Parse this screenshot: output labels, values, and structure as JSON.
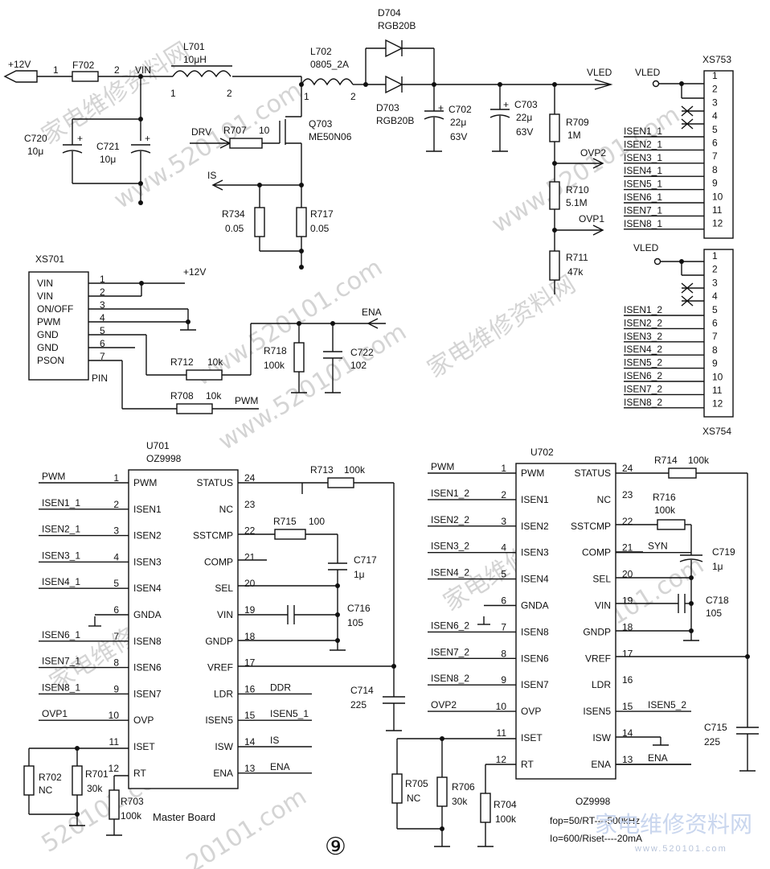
{
  "watermark": {
    "cjk": "家电维修资料网",
    "url": "www.520101.com",
    "partial1": "520101.com",
    "partial2": "20101.com",
    "logo": "家电维修资料网",
    "logo_url": "www.520101.com"
  },
  "power": {
    "v12": "+12V",
    "f702": "F702",
    "vin": "VIN",
    "p1": "1",
    "p2": "2",
    "l701": "L701",
    "l701v": "10μH",
    "l702": "L702",
    "l702v": "0805_2A",
    "d704": "D704",
    "d704v": "RGB20B",
    "d703": "D703",
    "d703v": "RGB20B",
    "c720": "C720",
    "c720v": "10μ",
    "c721": "C721",
    "c721v": "10μ",
    "drv": "DRV",
    "r707": "R707",
    "r707v": "10",
    "q703": "Q703",
    "q703v": "ME50N06",
    "is": "IS",
    "r734": "R734",
    "r734v": "0.05",
    "r717": "R717",
    "r717v": "0.05",
    "c702": "C702",
    "c702v": "22μ",
    "c702vv": "63V",
    "c703": "C703",
    "c703v": "22μ",
    "c703vv": "63V",
    "vled": "VLED",
    "r709": "R709",
    "r709v": "1M",
    "ovp2": "OVP2",
    "r710": "R710",
    "r710v": "5.1M",
    "ovp1": "OVP1",
    "r711": "R711",
    "r711v": "47k"
  },
  "xs753": {
    "name": "XS753",
    "vled": "VLED",
    "labels": [
      "ISEN1_1",
      "ISEN2_1",
      "ISEN3_1",
      "ISEN4_1",
      "ISEN5_1",
      "ISEN6_1",
      "ISEN7_1",
      "ISEN8_1"
    ],
    "pins": [
      "1",
      "2",
      "3",
      "4",
      "5",
      "6",
      "7",
      "8",
      "9",
      "10",
      "11",
      "12"
    ]
  },
  "xs754": {
    "name": "XS754",
    "vled": "VLED",
    "labels": [
      "ISEN1_2",
      "ISEN2_2",
      "ISEN3_2",
      "ISEN4_2",
      "ISEN5_2",
      "ISEN6_2",
      "ISEN7_2",
      "ISEN8_2"
    ],
    "pins": [
      "1",
      "2",
      "3",
      "4",
      "5",
      "6",
      "7",
      "8",
      "9",
      "10",
      "11",
      "12"
    ]
  },
  "xs701": {
    "name": "XS701",
    "pins_label": "PIN",
    "labels": [
      "VIN",
      "VIN",
      "ON/OFF",
      "PWM",
      "GND",
      "GND",
      "PSON"
    ],
    "pins": [
      "1",
      "2",
      "3",
      "4",
      "5",
      "6",
      "7"
    ],
    "v12": "+12V",
    "ena": "ENA",
    "r718": "R718",
    "r718v": "100k",
    "c722": "C722",
    "c722v": "102",
    "r712": "R712",
    "r712v": "10k",
    "r708": "R708",
    "r708v": "10k",
    "pwm": "PWM"
  },
  "u701": {
    "ref": "U701",
    "part": "OZ9998",
    "left_pins": [
      {
        "num": "1",
        "name": "PWM",
        "net": "PWM"
      },
      {
        "num": "2",
        "name": "ISEN1",
        "net": "ISEN1_1"
      },
      {
        "num": "3",
        "name": "ISEN2",
        "net": "ISEN2_1"
      },
      {
        "num": "4",
        "name": "ISEN3",
        "net": "ISEN3_1"
      },
      {
        "num": "5",
        "name": "ISEN4",
        "net": "ISEN4_1"
      },
      {
        "num": "6",
        "name": "GNDA",
        "net": ""
      },
      {
        "num": "7",
        "name": "ISEN8",
        "net": "ISEN6_1"
      },
      {
        "num": "8",
        "name": "ISEN6",
        "net": "ISEN7_1"
      },
      {
        "num": "9",
        "name": "ISEN7",
        "net": "ISEN8_1"
      },
      {
        "num": "10",
        "name": "OVP",
        "net": "OVP1"
      },
      {
        "num": "11",
        "name": "ISET",
        "net": ""
      },
      {
        "num": "12",
        "name": "RT",
        "net": ""
      }
    ],
    "right_pins": [
      {
        "num": "24",
        "name": "STATUS",
        "net": ""
      },
      {
        "num": "23",
        "name": "NC",
        "net": ""
      },
      {
        "num": "22",
        "name": "SSTCMP",
        "net": ""
      },
      {
        "num": "21",
        "name": "COMP",
        "net": ""
      },
      {
        "num": "20",
        "name": "SEL",
        "net": ""
      },
      {
        "num": "19",
        "name": "VIN",
        "net": ""
      },
      {
        "num": "18",
        "name": "GNDP",
        "net": ""
      },
      {
        "num": "17",
        "name": "VREF",
        "net": ""
      },
      {
        "num": "16",
        "name": "LDR",
        "net": "DDR"
      },
      {
        "num": "15",
        "name": "ISEN5",
        "net": "ISEN5_1"
      },
      {
        "num": "14",
        "name": "ISW",
        "net": "IS"
      },
      {
        "num": "13",
        "name": "ENA",
        "net": "ENA"
      }
    ],
    "r713": "R713",
    "r713v": "100k",
    "r715": "R715",
    "r715v": "100",
    "c717": "C717",
    "c717v": "1μ",
    "c716": "C716",
    "c716v": "105",
    "c714": "C714",
    "c714v": "225",
    "r702": "R702",
    "r702v": "NC",
    "r701": "R701",
    "r701v": "30k",
    "r703": "R703",
    "r703v": "100k",
    "board": "Master Board",
    "page": "⑨"
  },
  "u702": {
    "ref": "U702",
    "left_pins": [
      {
        "num": "1",
        "name": "PWM",
        "net": "PWM"
      },
      {
        "num": "2",
        "name": "ISEN1",
        "net": "ISEN1_2"
      },
      {
        "num": "3",
        "name": "ISEN2",
        "net": "ISEN2_2"
      },
      {
        "num": "4",
        "name": "ISEN3",
        "net": "ISEN3_2"
      },
      {
        "num": "5",
        "name": "ISEN4",
        "net": "ISEN4_2"
      },
      {
        "num": "6",
        "name": "GNDA",
        "net": ""
      },
      {
        "num": "7",
        "name": "ISEN8",
        "net": "ISEN6_2"
      },
      {
        "num": "8",
        "name": "ISEN6",
        "net": "ISEN7_2"
      },
      {
        "num": "9",
        "name": "ISEN7",
        "net": "ISEN8_2"
      },
      {
        "num": "10",
        "name": "OVP",
        "net": "OVP2"
      },
      {
        "num": "11",
        "name": "ISET",
        "net": ""
      },
      {
        "num": "12",
        "name": "RT",
        "net": ""
      }
    ],
    "right_pins": [
      {
        "num": "24",
        "name": "STATUS",
        "net": ""
      },
      {
        "num": "23",
        "name": "NC",
        "net": ""
      },
      {
        "num": "22",
        "name": "SSTCMP",
        "net": ""
      },
      {
        "num": "21",
        "name": "COMP",
        "net": "SYN"
      },
      {
        "num": "20",
        "name": "SEL",
        "net": ""
      },
      {
        "num": "19",
        "name": "VIN",
        "net": ""
      },
      {
        "num": "18",
        "name": "GNDP",
        "net": ""
      },
      {
        "num": "17",
        "name": "VREF",
        "net": ""
      },
      {
        "num": "16",
        "name": "LDR",
        "net": ""
      },
      {
        "num": "15",
        "name": "ISEN5",
        "net": "ISEN5_2"
      },
      {
        "num": "14",
        "name": "ISW",
        "net": ""
      },
      {
        "num": "13",
        "name": "ENA",
        "net": "ENA"
      }
    ],
    "r714": "R714",
    "r714v": "100k",
    "r716": "R716",
    "r716v": "100k",
    "c719": "C719",
    "c719v": "1μ",
    "c718": "C718",
    "c718v": "105",
    "c715": "C715",
    "c715v": "225",
    "r705": "R705",
    "r705v": "NC",
    "r706": "R706",
    "r706v": "30k",
    "r704": "R704",
    "r704v": "100k",
    "part": "OZ9998",
    "note1": "fop=50/RT----500kHz",
    "note2": "Io=600/Riset----20mA"
  }
}
